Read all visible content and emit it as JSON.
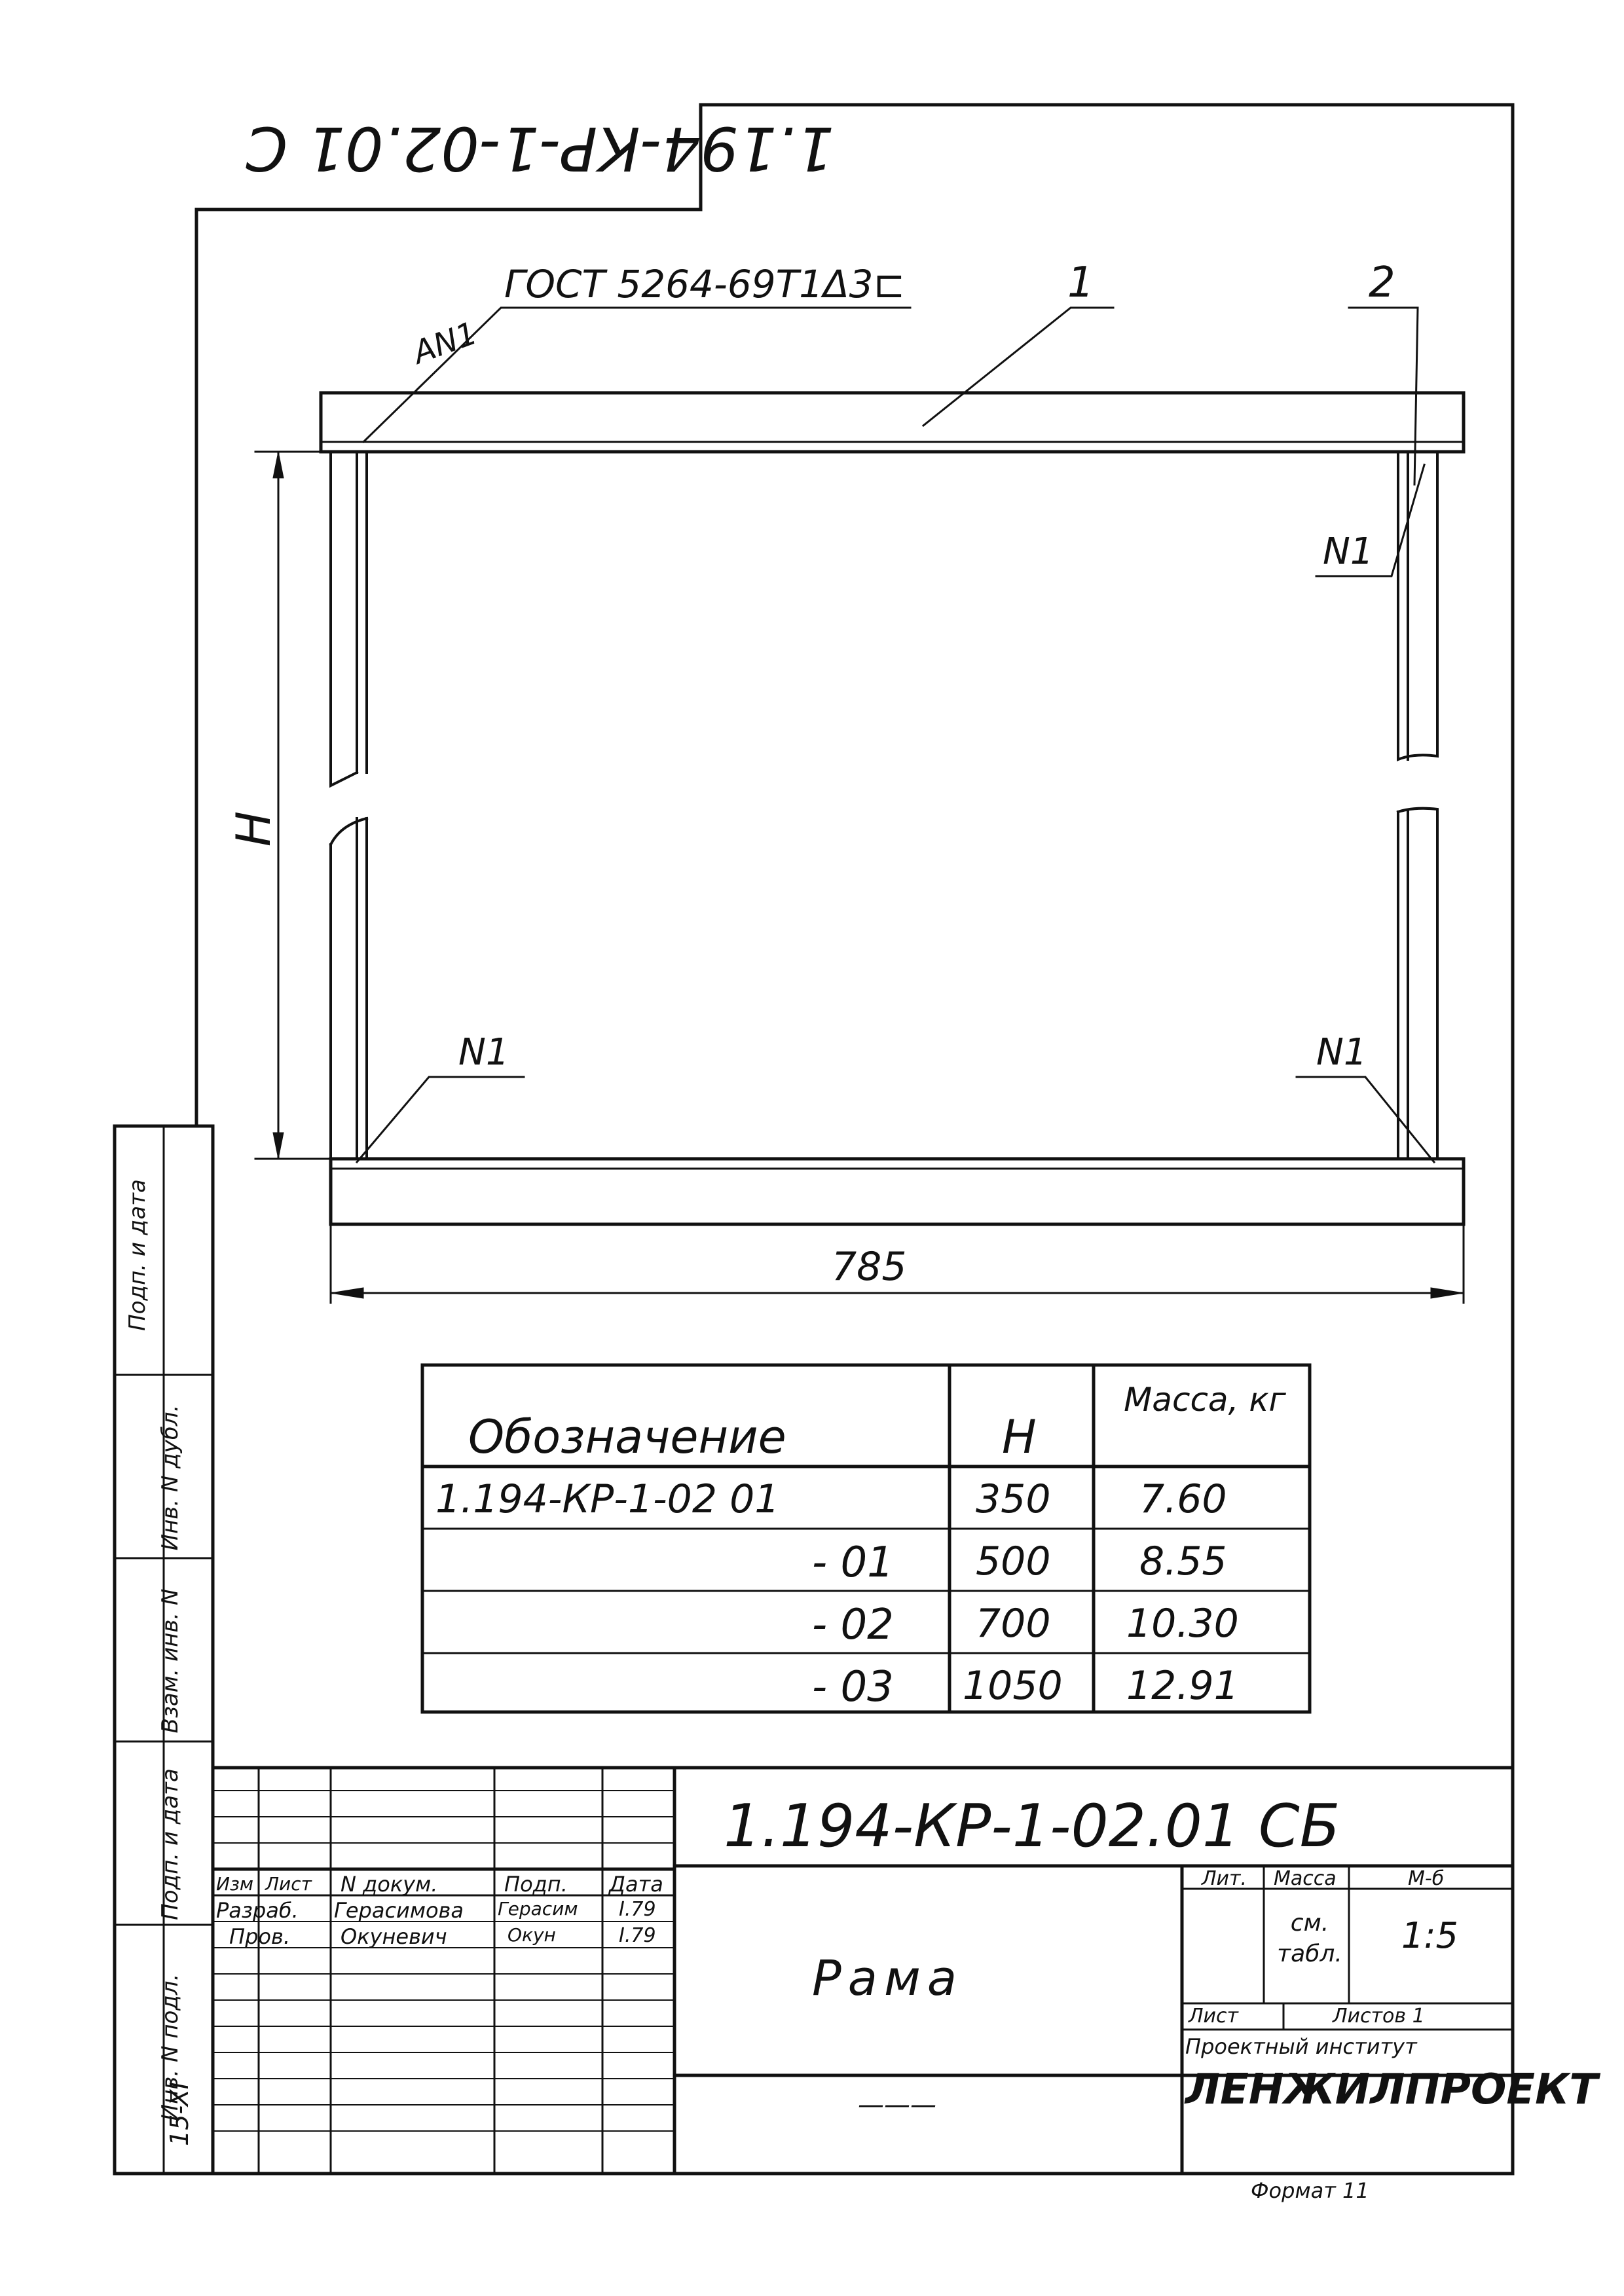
{
  "top_code_rotated": "1.194-КР-1-02.01 С",
  "weld_note": "ГОСТ 5264-69Т1Δ3⊏",
  "weld_mark": "АN1",
  "callouts": {
    "part1": "1",
    "part2": "2",
    "n1": "N1"
  },
  "dimensions": {
    "height_label": "Н",
    "width_value": "785"
  },
  "side_labels": [
    "Инв. N подл.",
    "Подп. и дата",
    "Взам. инв. N",
    "Инв. N дубл.",
    "Подп. и дата"
  ],
  "side_signature": "15-XI",
  "spec_table": {
    "headers": {
      "designation": "Обозначение",
      "h": "Н",
      "mass": "Масса, кг"
    },
    "rows": [
      {
        "designation": "1.194-КР-1-02 01",
        "h": "350",
        "mass": "7.60"
      },
      {
        "designation": "- 01",
        "h": "500",
        "mass": "8.55"
      },
      {
        "designation": "- 02",
        "h": "700",
        "mass": "10.30"
      },
      {
        "designation": "- 03",
        "h": "1050",
        "mass": "12.91"
      }
    ]
  },
  "title_block": {
    "doc_code": "1.194-КР-1-02.01 СБ",
    "name": "Рама",
    "col_headers": {
      "izm": "Изм",
      "list": "Лист",
      "doc_no": "N докум.",
      "sign": "Подп.",
      "date": "Дата"
    },
    "rows": [
      {
        "role": "Разраб.",
        "name": "Герасимова",
        "sign": "Герасим",
        "date": "I.79"
      },
      {
        "role": "Пров.",
        "name": "Окуневич",
        "sign": "Окун",
        "date": "I.79"
      }
    ],
    "lit_label": "Лит.",
    "mass_label": "Масса",
    "scale_label": "М-б",
    "mass_value": "см. табл.",
    "scale_value": "1:5",
    "sheet_label": "Лист",
    "sheets_label": "Листов 1",
    "dash": "———",
    "institute_line1": "Проектный институт",
    "institute_line2": "ЛЕНЖИЛПРОЕКТ",
    "format": "Формат 11"
  }
}
